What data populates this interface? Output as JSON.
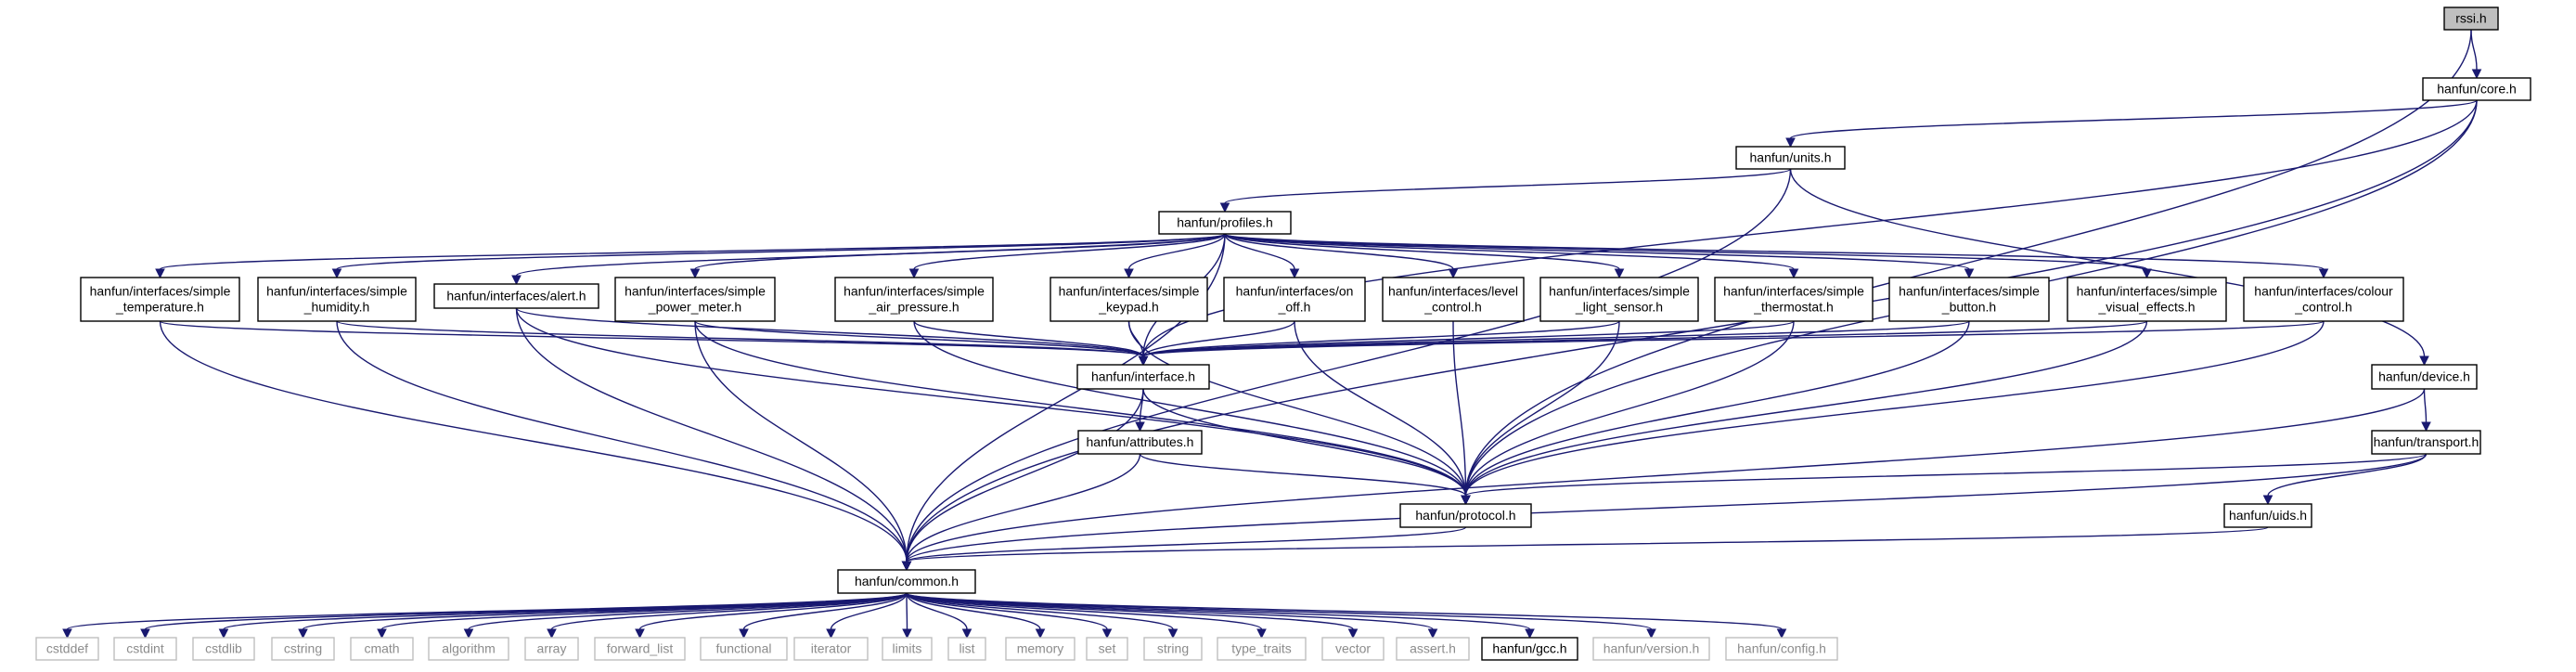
{
  "nodes": [
    {
      "id": "rssi",
      "lines": [
        "rssi.h"
      ],
      "kind": "root"
    },
    {
      "id": "core",
      "lines": [
        "hanfun/core.h"
      ],
      "kind": "normal"
    },
    {
      "id": "units",
      "lines": [
        "hanfun/units.h"
      ],
      "kind": "normal"
    },
    {
      "id": "profiles",
      "lines": [
        "hanfun/profiles.h"
      ],
      "kind": "normal"
    },
    {
      "id": "temperature",
      "lines": [
        "hanfun/interfaces/simple",
        "_temperature.h"
      ],
      "kind": "normal"
    },
    {
      "id": "humidity",
      "lines": [
        "hanfun/interfaces/simple",
        "_humidity.h"
      ],
      "kind": "normal"
    },
    {
      "id": "alert",
      "lines": [
        "hanfun/interfaces/alert.h"
      ],
      "kind": "normal"
    },
    {
      "id": "power_meter",
      "lines": [
        "hanfun/interfaces/simple",
        "_power_meter.h"
      ],
      "kind": "normal"
    },
    {
      "id": "air_pressure",
      "lines": [
        "hanfun/interfaces/simple",
        "_air_pressure.h"
      ],
      "kind": "normal"
    },
    {
      "id": "keypad",
      "lines": [
        "hanfun/interfaces/simple",
        "_keypad.h"
      ],
      "kind": "normal"
    },
    {
      "id": "on_off",
      "lines": [
        "hanfun/interfaces/on",
        "_off.h"
      ],
      "kind": "normal"
    },
    {
      "id": "level_control",
      "lines": [
        "hanfun/interfaces/level",
        "_control.h"
      ],
      "kind": "normal"
    },
    {
      "id": "light_sensor",
      "lines": [
        "hanfun/interfaces/simple",
        "_light_sensor.h"
      ],
      "kind": "normal"
    },
    {
      "id": "thermostat",
      "lines": [
        "hanfun/interfaces/simple",
        "_thermostat.h"
      ],
      "kind": "normal"
    },
    {
      "id": "button",
      "lines": [
        "hanfun/interfaces/simple",
        "_button.h"
      ],
      "kind": "normal"
    },
    {
      "id": "visual_effects",
      "lines": [
        "hanfun/interfaces/simple",
        "_visual_effects.h"
      ],
      "kind": "normal"
    },
    {
      "id": "colour_control",
      "lines": [
        "hanfun/interfaces/colour",
        "_control.h"
      ],
      "kind": "normal"
    },
    {
      "id": "interface",
      "lines": [
        "hanfun/interface.h"
      ],
      "kind": "normal"
    },
    {
      "id": "attributes",
      "lines": [
        "hanfun/attributes.h"
      ],
      "kind": "normal"
    },
    {
      "id": "device",
      "lines": [
        "hanfun/device.h"
      ],
      "kind": "normal"
    },
    {
      "id": "transport",
      "lines": [
        "hanfun/transport.h"
      ],
      "kind": "normal"
    },
    {
      "id": "protocol",
      "lines": [
        "hanfun/protocol.h"
      ],
      "kind": "normal"
    },
    {
      "id": "uids",
      "lines": [
        "hanfun/uids.h"
      ],
      "kind": "normal"
    },
    {
      "id": "common",
      "lines": [
        "hanfun/common.h"
      ],
      "kind": "normal"
    },
    {
      "id": "cstddef",
      "lines": [
        "cstddef"
      ],
      "kind": "external"
    },
    {
      "id": "cstdint",
      "lines": [
        "cstdint"
      ],
      "kind": "external"
    },
    {
      "id": "cstdlib",
      "lines": [
        "cstdlib"
      ],
      "kind": "external"
    },
    {
      "id": "cstring",
      "lines": [
        "cstring"
      ],
      "kind": "external"
    },
    {
      "id": "cmath",
      "lines": [
        "cmath"
      ],
      "kind": "external"
    },
    {
      "id": "algorithm",
      "lines": [
        "algorithm"
      ],
      "kind": "external"
    },
    {
      "id": "array",
      "lines": [
        "array"
      ],
      "kind": "external"
    },
    {
      "id": "forward_list",
      "lines": [
        "forward_list"
      ],
      "kind": "external"
    },
    {
      "id": "functional",
      "lines": [
        "functional"
      ],
      "kind": "external"
    },
    {
      "id": "iterator",
      "lines": [
        "iterator"
      ],
      "kind": "external"
    },
    {
      "id": "limits",
      "lines": [
        "limits"
      ],
      "kind": "external"
    },
    {
      "id": "list",
      "lines": [
        "list"
      ],
      "kind": "external"
    },
    {
      "id": "memory",
      "lines": [
        "memory"
      ],
      "kind": "external"
    },
    {
      "id": "set",
      "lines": [
        "set"
      ],
      "kind": "external"
    },
    {
      "id": "string",
      "lines": [
        "string"
      ],
      "kind": "external"
    },
    {
      "id": "type_traits",
      "lines": [
        "type_traits"
      ],
      "kind": "external"
    },
    {
      "id": "vector",
      "lines": [
        "vector"
      ],
      "kind": "external"
    },
    {
      "id": "assert",
      "lines": [
        "assert.h"
      ],
      "kind": "external"
    },
    {
      "id": "gcc",
      "lines": [
        "hanfun/gcc.h"
      ],
      "kind": "normal"
    },
    {
      "id": "version",
      "lines": [
        "hanfun/version.h"
      ],
      "kind": "external"
    },
    {
      "id": "config",
      "lines": [
        "hanfun/config.h"
      ],
      "kind": "external"
    }
  ],
  "edges": [
    [
      "rssi",
      "core"
    ],
    [
      "rssi",
      "protocol"
    ],
    [
      "core",
      "units"
    ],
    [
      "core",
      "interface"
    ],
    [
      "core",
      "protocol"
    ],
    [
      "core",
      "common"
    ],
    [
      "units",
      "profiles"
    ],
    [
      "units",
      "device"
    ],
    [
      "units",
      "common"
    ],
    [
      "profiles",
      "temperature"
    ],
    [
      "profiles",
      "humidity"
    ],
    [
      "profiles",
      "alert"
    ],
    [
      "profiles",
      "power_meter"
    ],
    [
      "profiles",
      "air_pressure"
    ],
    [
      "profiles",
      "keypad"
    ],
    [
      "profiles",
      "on_off"
    ],
    [
      "profiles",
      "level_control"
    ],
    [
      "profiles",
      "light_sensor"
    ],
    [
      "profiles",
      "thermostat"
    ],
    [
      "profiles",
      "button"
    ],
    [
      "profiles",
      "visual_effects"
    ],
    [
      "profiles",
      "colour_control"
    ],
    [
      "profiles",
      "interface"
    ],
    [
      "profiles",
      "common"
    ],
    [
      "temperature",
      "interface"
    ],
    [
      "temperature",
      "common"
    ],
    [
      "humidity",
      "interface"
    ],
    [
      "humidity",
      "common"
    ],
    [
      "alert",
      "interface"
    ],
    [
      "alert",
      "protocol"
    ],
    [
      "alert",
      "common"
    ],
    [
      "power_meter",
      "interface"
    ],
    [
      "power_meter",
      "protocol"
    ],
    [
      "power_meter",
      "common"
    ],
    [
      "air_pressure",
      "interface"
    ],
    [
      "air_pressure",
      "protocol"
    ],
    [
      "keypad",
      "interface"
    ],
    [
      "keypad",
      "protocol"
    ],
    [
      "on_off",
      "interface"
    ],
    [
      "on_off",
      "protocol"
    ],
    [
      "level_control",
      "protocol"
    ],
    [
      "light_sensor",
      "interface"
    ],
    [
      "light_sensor",
      "protocol"
    ],
    [
      "thermostat",
      "interface"
    ],
    [
      "thermostat",
      "protocol"
    ],
    [
      "button",
      "interface"
    ],
    [
      "button",
      "protocol"
    ],
    [
      "visual_effects",
      "interface"
    ],
    [
      "visual_effects",
      "protocol"
    ],
    [
      "colour_control",
      "interface"
    ],
    [
      "colour_control",
      "protocol"
    ],
    [
      "interface",
      "attributes"
    ],
    [
      "interface",
      "protocol"
    ],
    [
      "interface",
      "common"
    ],
    [
      "attributes",
      "protocol"
    ],
    [
      "attributes",
      "common"
    ],
    [
      "device",
      "transport"
    ],
    [
      "device",
      "common"
    ],
    [
      "transport",
      "protocol"
    ],
    [
      "transport",
      "uids"
    ],
    [
      "transport",
      "common"
    ],
    [
      "protocol",
      "common"
    ],
    [
      "uids",
      "common"
    ],
    [
      "common",
      "cstddef"
    ],
    [
      "common",
      "cstdint"
    ],
    [
      "common",
      "cstdlib"
    ],
    [
      "common",
      "cstring"
    ],
    [
      "common",
      "cmath"
    ],
    [
      "common",
      "algorithm"
    ],
    [
      "common",
      "array"
    ],
    [
      "common",
      "forward_list"
    ],
    [
      "common",
      "functional"
    ],
    [
      "common",
      "iterator"
    ],
    [
      "common",
      "limits"
    ],
    [
      "common",
      "list"
    ],
    [
      "common",
      "memory"
    ],
    [
      "common",
      "set"
    ],
    [
      "common",
      "string"
    ],
    [
      "common",
      "type_traits"
    ],
    [
      "common",
      "vector"
    ],
    [
      "common",
      "assert"
    ],
    [
      "common",
      "gcc"
    ],
    [
      "common",
      "version"
    ],
    [
      "common",
      "config"
    ]
  ],
  "colors": {
    "edge": "#191970",
    "node_border": "#000000",
    "external_border": "#bfbfbf",
    "external_text": "#8c8c8c",
    "root_fill": "#bfbfbf",
    "background": "#ffffff"
  }
}
